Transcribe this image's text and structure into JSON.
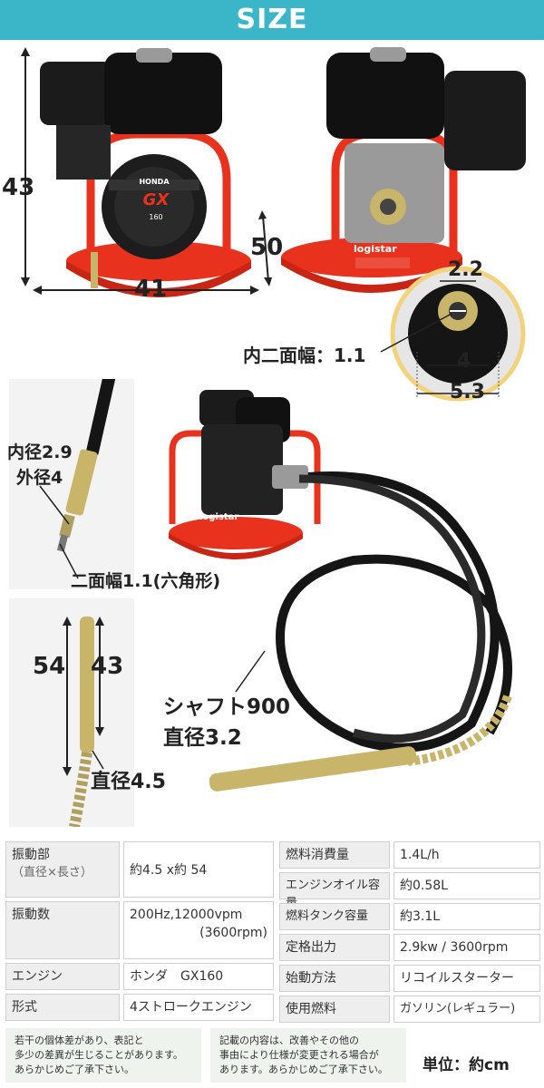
{
  "banner": {
    "title": "SIZE"
  },
  "top_left": {
    "height": "43",
    "width": "41",
    "depth": "50",
    "brand": "HONDA",
    "model": "GX",
    "model_num": "160"
  },
  "top_right": {
    "logo": "logistar",
    "dim_22": "2.2",
    "dim_4": "4",
    "dim_53": "5.3",
    "inner_label": "内二面幅：1.1"
  },
  "hose": {
    "inner": "内径2.9",
    "outer": "外径4",
    "hex": "二面幅1.1(六角形)"
  },
  "rod": {
    "length_total": "54",
    "length_part": "43",
    "diameter": "直径4.5"
  },
  "shaft": {
    "label": "シャフト900",
    "diameter": "直径3.2"
  },
  "specs": {
    "left": [
      {
        "label": "振動部",
        "sub": "（直径×長さ）",
        "value": "約4.5 x約 54"
      },
      {
        "label": "振動数",
        "value": "200Hz,12000vpm",
        "value2": "(3600rpm)"
      },
      {
        "label": "エンジン",
        "value": "ホンダ　GX160"
      },
      {
        "label": "形式",
        "value": "4ストロークエンジン"
      }
    ],
    "right": [
      {
        "label": "燃料消費量",
        "value": "1.4L/h"
      },
      {
        "label": "エンジンオイル容量",
        "value": "約0.58L"
      },
      {
        "label": "燃料タンク容量",
        "value": "約3.1L"
      },
      {
        "label": "定格出力",
        "value": "2.9kw / 3600rpm"
      },
      {
        "label": "始動方法",
        "value": "リコイルスターター"
      },
      {
        "label": "使用燃料",
        "value": "ガソリン(レギュラー)"
      }
    ]
  },
  "notes": {
    "left": [
      "若干の個体差があり、表記と",
      "多少の差異が生じることがあります。",
      "あらかじめご了承下さい。"
    ],
    "right": [
      "記載の内容は、改善やその他の",
      "事由により仕様が変更される場合が",
      "あります。あらかじめご了承下さい。"
    ]
  },
  "unit": "単位：約cm"
}
